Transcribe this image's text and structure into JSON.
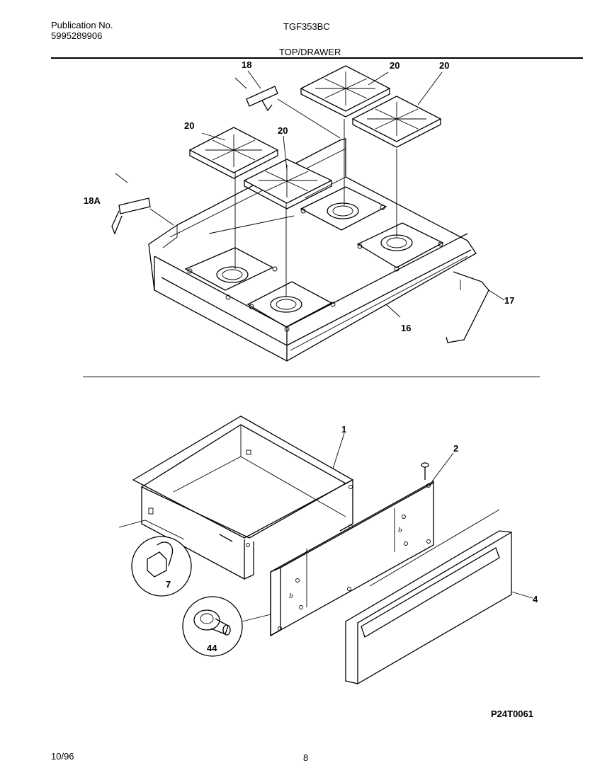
{
  "header": {
    "publication_label": "Publication No.",
    "publication_number": "5995289906",
    "model": "TGF353BC",
    "section_title": "TOP/DRAWER"
  },
  "callouts": {
    "c18": "18",
    "c18a": "18A",
    "c20a": "20",
    "c20b": "20",
    "c20c": "20",
    "c20d": "20",
    "c17": "17",
    "c16": "16",
    "c1": "1",
    "c2": "2",
    "c4": "4",
    "c7": "7",
    "c44": "44"
  },
  "footer": {
    "diagram_code": "P24T0061",
    "date": "10/96",
    "page": "8"
  }
}
